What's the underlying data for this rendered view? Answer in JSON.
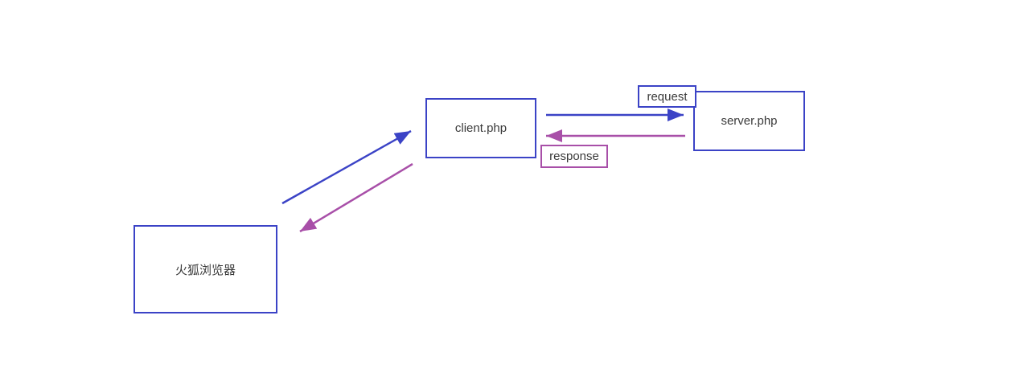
{
  "title": "client-server request/response flow diagram",
  "colors": {
    "blue": "#3b43c6",
    "purple": "#a84fa8",
    "text": "#3a3a3a",
    "background": "#ffffff"
  },
  "nodes": {
    "browser": {
      "label": "火狐浏览器"
    },
    "client": {
      "label": "client.php"
    },
    "server": {
      "label": "server.php"
    }
  },
  "edge_labels": {
    "request": "request",
    "response": "response"
  },
  "arrows": [
    {
      "name": "request-arrow",
      "from": "client.php",
      "to": "server.php",
      "color": "blue",
      "label": "request"
    },
    {
      "name": "response-arrow",
      "from": "server.php",
      "to": "client.php",
      "color": "purple",
      "label": "response"
    },
    {
      "name": "browser-to-client-arrow",
      "from": "火狐浏览器",
      "to": "client.php",
      "color": "blue",
      "label": ""
    },
    {
      "name": "client-to-browser-arrow",
      "from": "client.php",
      "to": "火狐浏览器",
      "color": "purple",
      "label": ""
    }
  ]
}
